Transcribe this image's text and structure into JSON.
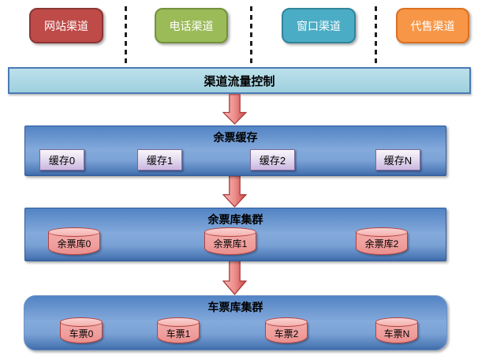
{
  "channels": [
    {
      "label": "网站渠道",
      "fill": "#BE4B48",
      "border": "#8B3634"
    },
    {
      "label": "电话渠道",
      "fill": "#9BBB59",
      "border": "#74923E"
    },
    {
      "label": "窗口渠道",
      "fill": "#4BACC6",
      "border": "#31859B"
    },
    {
      "label": "代售渠道",
      "fill": "#F79646",
      "border": "#DC7021"
    }
  ],
  "flow_control": {
    "label": "渠道流量控制"
  },
  "layers": {
    "cache": {
      "title": "余票缓存",
      "items": [
        "缓存0",
        "缓存1",
        "缓存2",
        "缓存N"
      ]
    },
    "inventory": {
      "title": "余票库集群",
      "items": [
        "余票库0",
        "余票库1",
        "余票库2"
      ]
    },
    "tickets": {
      "title": "车票库集群",
      "items": [
        "车票0",
        "车票1",
        "车票2",
        "车票N"
      ]
    }
  },
  "colors": {
    "flow_bar_fill": "#A9D6E3",
    "flow_bar_border": "#4A7AB5",
    "layer_fill": "#6C99D0",
    "layer_border": "#2E5C9E",
    "cache_item_fill": "#CDBBE2",
    "cache_item_border": "#7A6A99",
    "cylinder_fill": "#F2A7A5",
    "cylinder_border": "#B5413F",
    "arrow_fill": "#E2706C",
    "arrow_border": "#A83936"
  }
}
